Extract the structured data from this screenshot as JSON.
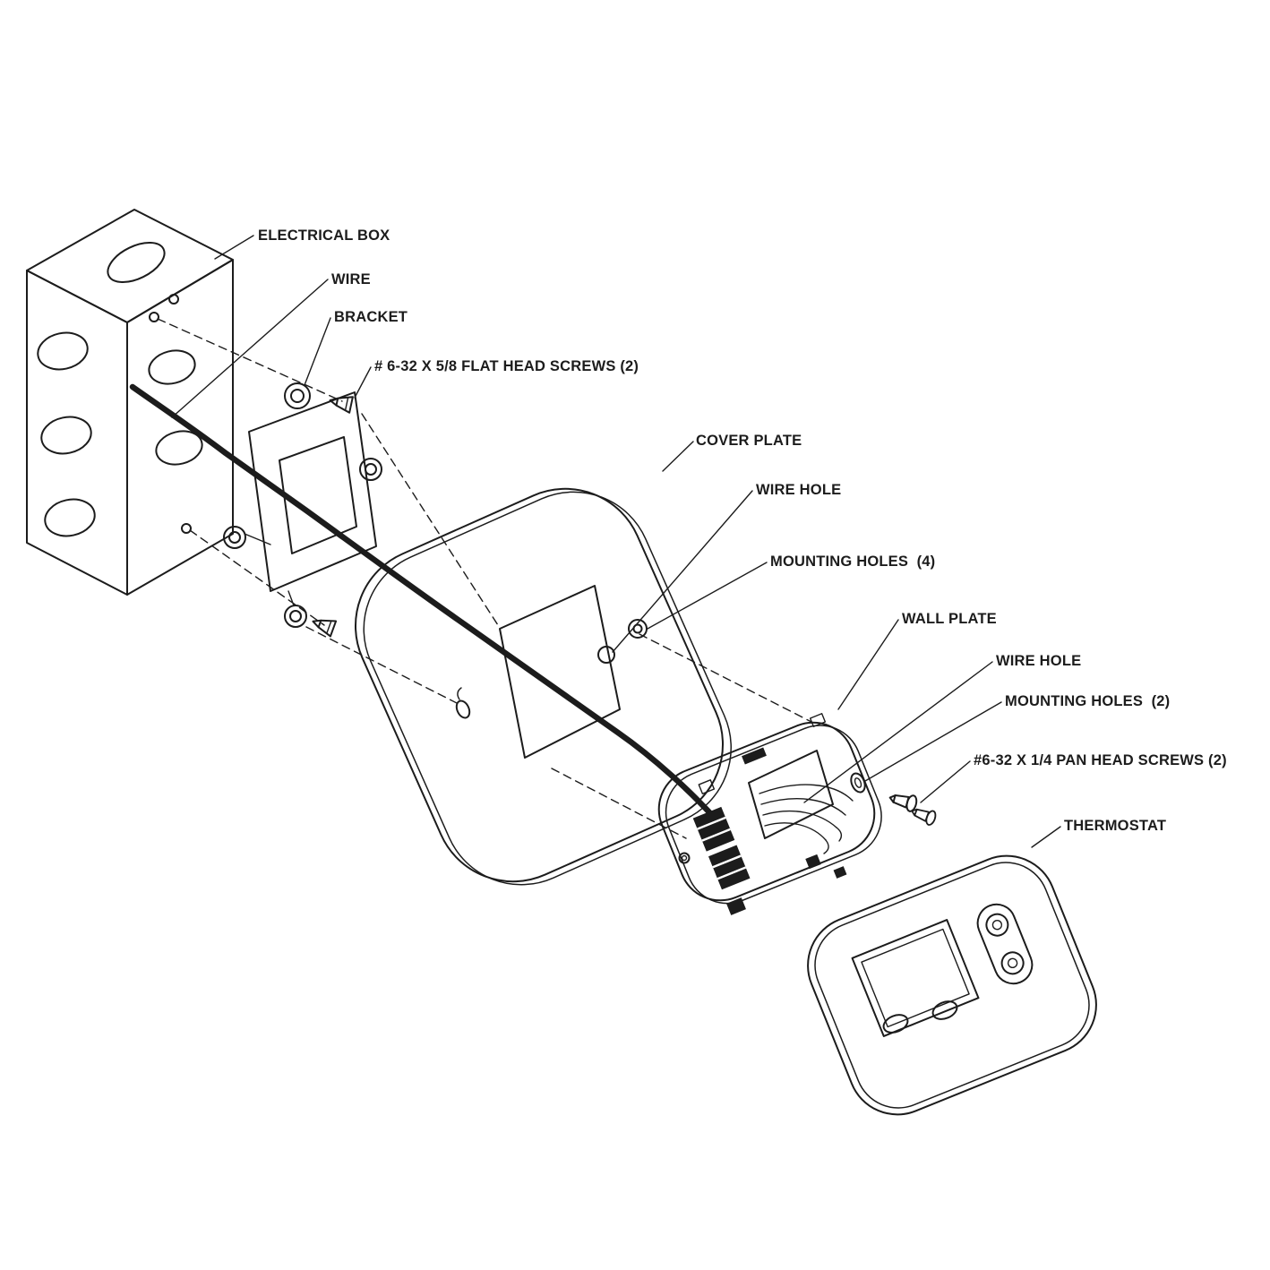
{
  "diagram": {
    "type": "exploded-assembly-diagram",
    "subject": "Thermostat wall-mount installation exploded view",
    "colors": {
      "line": "#1c1c1c",
      "background": "#ffffff"
    },
    "labels": [
      {
        "id": "electrical-box",
        "text": "ELECTRICAL BOX"
      },
      {
        "id": "wire",
        "text": "WIRE"
      },
      {
        "id": "bracket",
        "text": "BRACKET"
      },
      {
        "id": "flat-head-screws",
        "text": "# 6-32 X 5/8 FLAT HEAD SCREWS (2)"
      },
      {
        "id": "cover-plate",
        "text": "COVER PLATE"
      },
      {
        "id": "cover-plate-wire-hole",
        "text": "WIRE HOLE"
      },
      {
        "id": "cover-plate-mounting-holes",
        "text": "MOUNTING HOLES  (4)"
      },
      {
        "id": "wall-plate",
        "text": "WALL PLATE"
      },
      {
        "id": "wall-plate-wire-hole",
        "text": "WIRE HOLE"
      },
      {
        "id": "wall-plate-mounting-holes",
        "text": "MOUNTING HOLES  (2)"
      },
      {
        "id": "pan-head-screws",
        "text": "#6-32 X 1/4 PAN HEAD SCREWS (2)"
      },
      {
        "id": "thermostat",
        "text": "THERMOSTAT"
      }
    ]
  }
}
